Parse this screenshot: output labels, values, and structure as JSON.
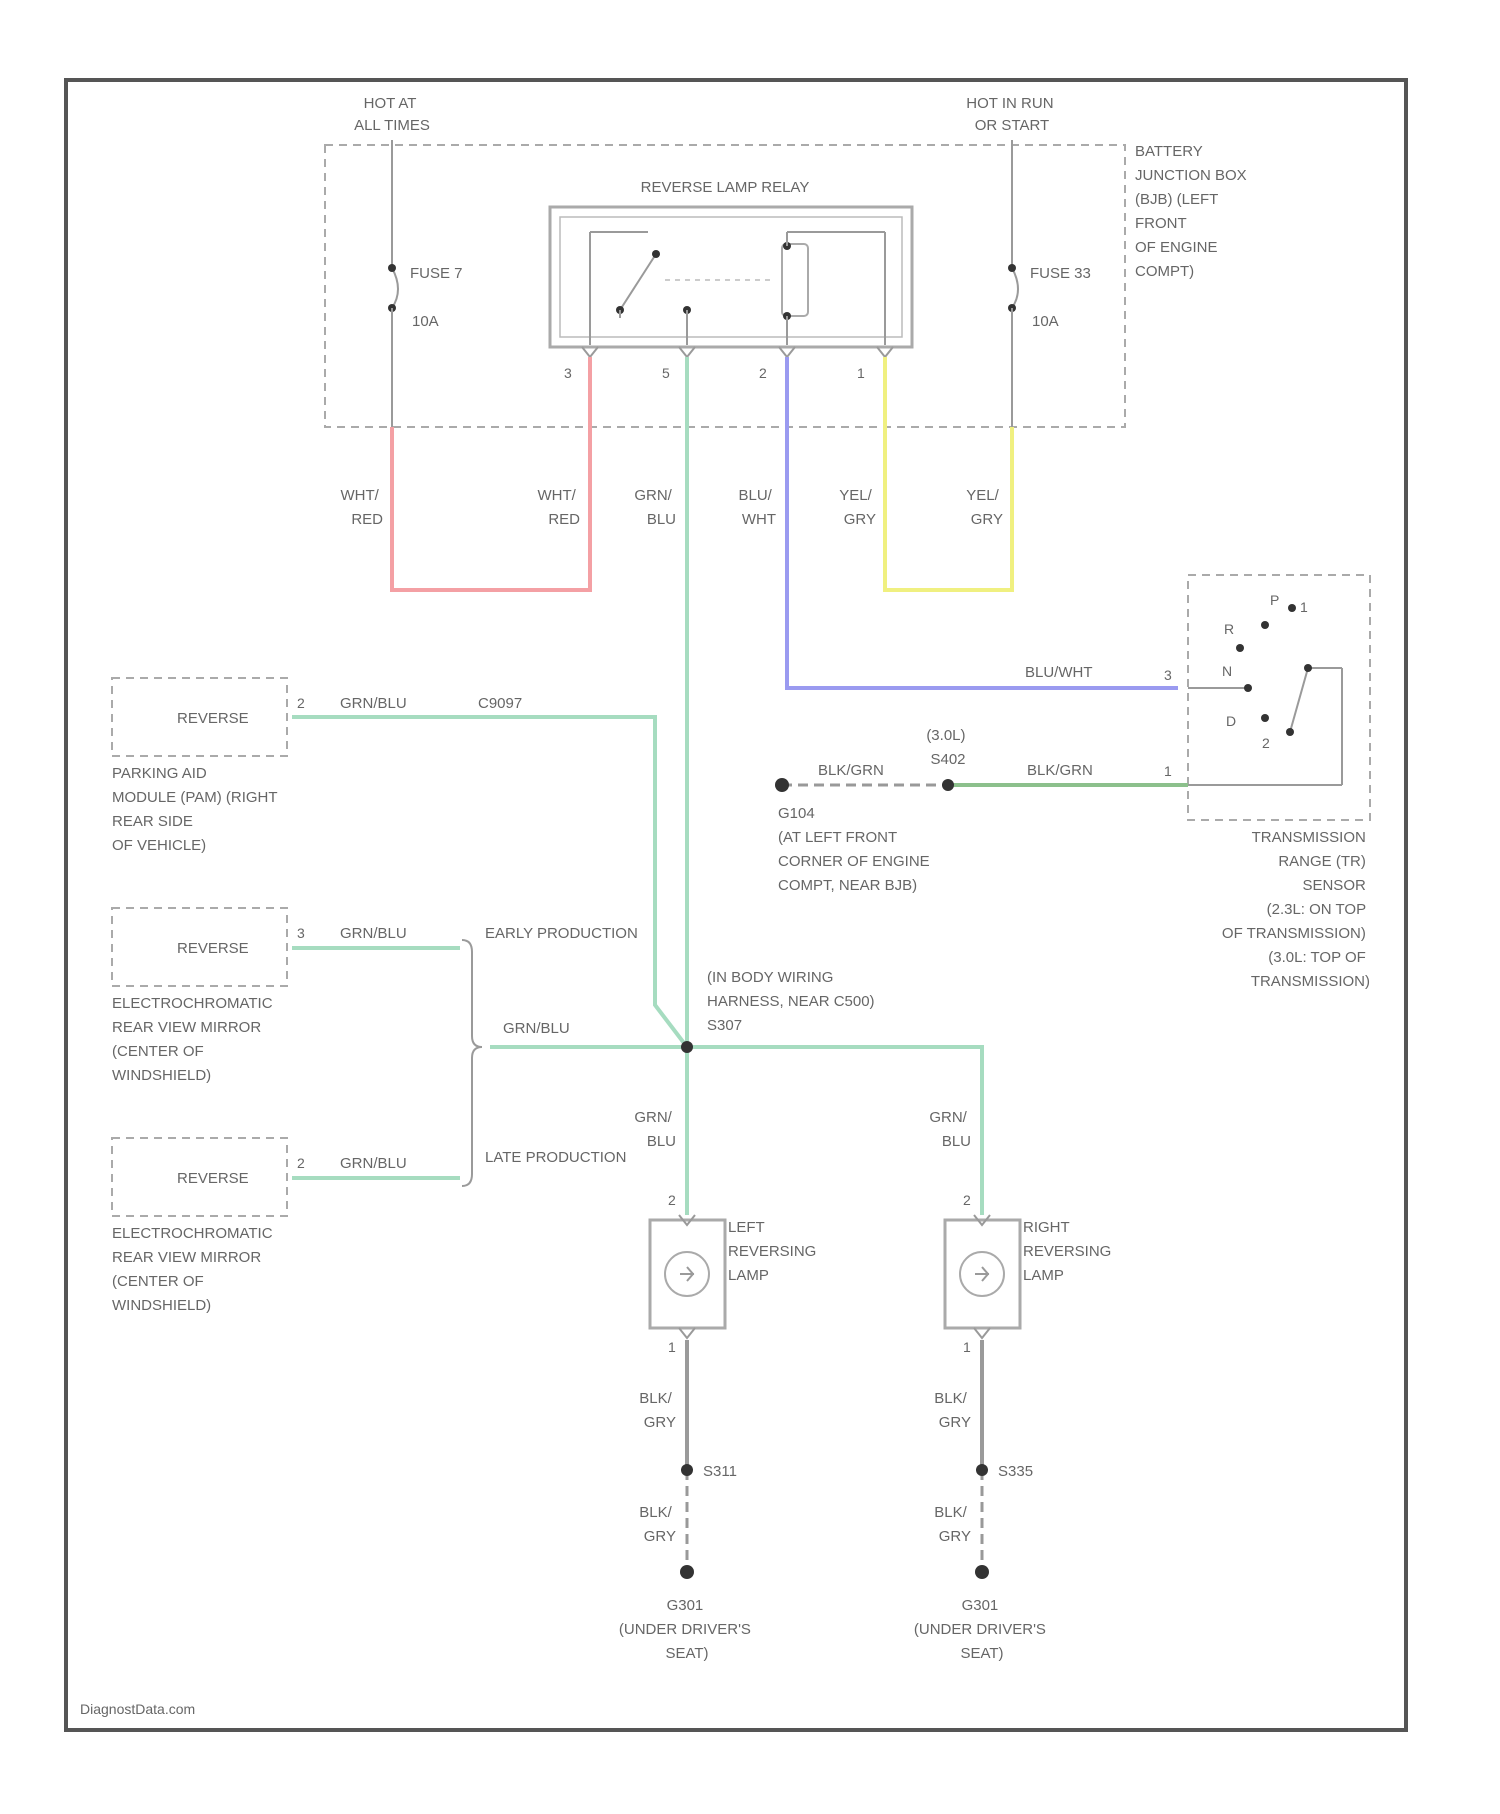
{
  "colors": {
    "frame": "#555555",
    "wire_red": "#f4a0a4",
    "wire_green": "#a6dcc0",
    "wire_blue": "#9a9af0",
    "wire_yellow": "#f0f080",
    "wire_dark_green": "#8cc08c",
    "wire_gray": "#9a9a9a"
  },
  "power": {
    "hot_at_all_times": [
      "HOT AT",
      "ALL TIMES"
    ],
    "hot_in_run": [
      "HOT IN RUN",
      "OR START"
    ]
  },
  "junction_box": [
    "BATTERY",
    "JUNCTION BOX",
    "(BJB) (LEFT",
    "FRONT",
    "OF ENGINE",
    "COMPT)"
  ],
  "fuses": {
    "left": {
      "name": "FUSE 7",
      "rating": "10A"
    },
    "right": {
      "name": "FUSE 33",
      "rating": "10A"
    }
  },
  "relay": {
    "title": "REVERSE LAMP RELAY",
    "pins": [
      "3",
      "5",
      "2",
      "1"
    ]
  },
  "wire_labels": {
    "wht_red_1": [
      "WHT/",
      "RED"
    ],
    "wht_red_2": [
      "WHT/",
      "RED"
    ],
    "grn_blu": [
      "GRN/",
      "BLU"
    ],
    "blu_wht": [
      "BLU/",
      "WHT"
    ],
    "yel_gry_1": [
      "YEL/",
      "GRY"
    ],
    "yel_gry_2": [
      "YEL/",
      "GRY"
    ],
    "blu_wht_long": "BLU/WHT",
    "blk_grn_1": "BLK/GRN",
    "blk_grn_2": "BLK/GRN",
    "grn_blu_pam": "GRN/BLU",
    "c9097": "C9097",
    "grn_blu_mirror1": "GRN/BLU",
    "grn_blu_mirror2": "GRN/BLU",
    "grn_blu_center": "GRN/BLU",
    "grn_blu_left": [
      "GRN/",
      "BLU"
    ],
    "grn_blu_right": [
      "GRN/",
      "BLU"
    ],
    "blk_gry_l1": [
      "BLK/",
      "GRY"
    ],
    "blk_gry_l2": [
      "BLK/",
      "GRY"
    ],
    "blk_gry_r1": [
      "BLK/",
      "GRY"
    ],
    "blk_gry_r2": [
      "BLK/",
      "GRY"
    ]
  },
  "tr_sensor": {
    "label": [
      "TRANSMISSION",
      "RANGE (TR)",
      "SENSOR",
      "(2.3L: ON TOP",
      "OF TRANSMISSION)",
      "(3.0L: TOP OF",
      "TRANSMISSION)"
    ],
    "pin_top": "3",
    "pin_bottom": "1",
    "positions": [
      "P",
      "R",
      "N",
      "D",
      "2",
      "1"
    ]
  },
  "ground_g104": {
    "label": [
      "G104",
      "(AT LEFT FRONT",
      "CORNER OF ENGINE",
      "COMPT, NEAR BJB)"
    ]
  },
  "splice_s402": {
    "label": [
      "(3.0L)",
      "S402"
    ]
  },
  "pam": {
    "box_text": "REVERSE",
    "pin": "2",
    "label": [
      "PARKING AID",
      "MODULE (PAM) (RIGHT",
      "REAR SIDE",
      "OF VEHICLE)"
    ]
  },
  "mirror_early": {
    "box_text": "REVERSE",
    "pin": "3",
    "label": [
      "ELECTROCHROMATIC",
      "REAR VIEW MIRROR",
      "(CENTER OF",
      "WINDSHIELD)"
    ],
    "production": "EARLY PRODUCTION"
  },
  "mirror_late": {
    "box_text": "REVERSE",
    "pin": "2",
    "label": [
      "ELECTROCHROMATIC",
      "REAR VIEW MIRROR",
      "(CENTER OF",
      "WINDSHIELD)"
    ],
    "production": "LATE PRODUCTION"
  },
  "splice_s307": {
    "label": [
      "(IN BODY WIRING",
      "HARNESS, NEAR C500)",
      "S307"
    ]
  },
  "left_lamp": {
    "label": [
      "LEFT",
      "REVERSING",
      "LAMP"
    ],
    "pin_top": "2",
    "pin_bottom": "1"
  },
  "right_lamp": {
    "label": [
      "RIGHT",
      "REVERSING",
      "LAMP"
    ],
    "pin_top": "2",
    "pin_bottom": "1"
  },
  "splice_left": "S311",
  "splice_right": "S335",
  "ground_left": [
    "G301",
    "(UNDER DRIVER'S",
    "SEAT)"
  ],
  "ground_right": [
    "G301",
    "(UNDER DRIVER'S",
    "SEAT)"
  ],
  "watermark": "DiagnostData.com"
}
